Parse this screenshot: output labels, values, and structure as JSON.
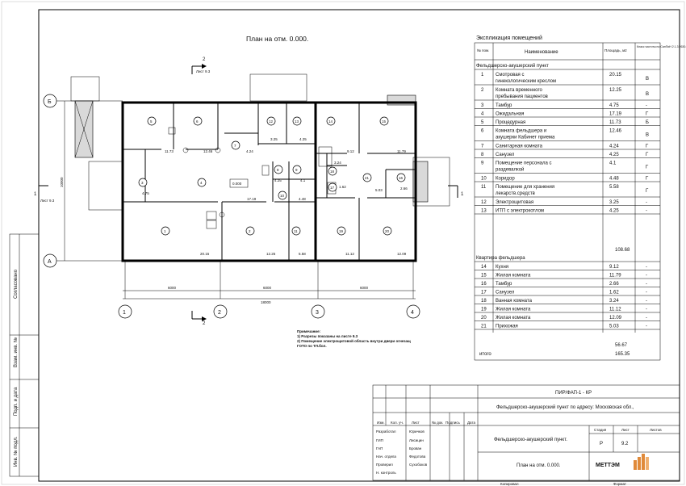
{
  "plan": {
    "title": "План на отм. 0.000.",
    "section_mark": "2",
    "section_ref": "Лист 9.3",
    "section_mark_side": "1",
    "section_ref_side": "Лист 9.3",
    "center_label": "0.000",
    "axes_letters": [
      "Б",
      "А"
    ],
    "axes_numbers": [
      "1",
      "2",
      "3",
      "4"
    ],
    "dims_top": [
      "6000",
      "6000",
      "6000"
    ],
    "dim_total": "18000",
    "dim_left": "10000",
    "notes_title": "Примечание:",
    "notes": [
      "1) Разрезы показаны на листе 9.3",
      "2) Помещение электрощитовой область внутри двери огнезащ",
      "ГОТО по ТЛ.бол."
    ],
    "rooms": [
      {
        "num": "1",
        "area": "20.15"
      },
      {
        "num": "2",
        "area": "12.25"
      },
      {
        "num": "3",
        "area": "4.75"
      },
      {
        "num": "4",
        "area": "17.19"
      },
      {
        "num": "5",
        "area": "11.73"
      },
      {
        "num": "6",
        "area": "12.46"
      },
      {
        "num": "7",
        "area": "4.24"
      },
      {
        "num": "8",
        "area": "4.25"
      },
      {
        "num": "9",
        "area": "4.1"
      },
      {
        "num": "10",
        "area": "4.48"
      },
      {
        "num": "11",
        "area": "5.58"
      },
      {
        "num": "12",
        "area": "3.25"
      },
      {
        "num": "13",
        "area": "4.25"
      },
      {
        "num": "14",
        "area": "9.12"
      },
      {
        "num": "15",
        "area": "11.79"
      },
      {
        "num": "16",
        "area": "2.66"
      },
      {
        "num": "17",
        "area": "1.62"
      },
      {
        "num": "18",
        "area": "3.24"
      },
      {
        "num": "19",
        "area": "11.12"
      },
      {
        "num": "20",
        "area": "12.09"
      },
      {
        "num": "21",
        "area": "5.03"
      }
    ]
  },
  "explication": {
    "title": "Экспликация помещений",
    "headers": {
      "num": "№ пом.",
      "name": "Наименование",
      "area": "Площадь, м2",
      "class": "Класс чистоты по СанПиН 2.1.3.2630-10"
    },
    "section1": "Фельдшерско-акушерский пункт",
    "rows1": [
      {
        "num": "1",
        "name": "Смотровая с гинекологическим креслом",
        "area": "20.15",
        "cls": "В"
      },
      {
        "num": "2",
        "name": "Комната временного пребывания пациентов",
        "area": "12.25",
        "cls": "В"
      },
      {
        "num": "3",
        "name": "Тамбур",
        "area": "4.75",
        "cls": "-"
      },
      {
        "num": "4",
        "name": "Ожидальная",
        "area": "17.19",
        "cls": "Г"
      },
      {
        "num": "5",
        "name": "Процедурная",
        "area": "11.73",
        "cls": "Б"
      },
      {
        "num": "6",
        "name": "Комната фельдшера и акушерки Кабинет приема",
        "area": "12.46",
        "cls": "В"
      },
      {
        "num": "7",
        "name": "Санитарная комната",
        "area": "4.24",
        "cls": "Г"
      },
      {
        "num": "8",
        "name": "Санузел",
        "area": "4.25",
        "cls": "Г"
      },
      {
        "num": "9",
        "name": "Помещение персонала с раздевалкой",
        "area": "4.1",
        "cls": "Г"
      },
      {
        "num": "10",
        "name": "Коридор",
        "area": "4.48",
        "cls": "Г"
      },
      {
        "num": "11",
        "name": "Помещение для хранения лекарств.средств",
        "area": "5.58",
        "cls": "Г"
      },
      {
        "num": "12",
        "name": "Электрощитовая",
        "area": "3.25",
        "cls": "-"
      },
      {
        "num": "13",
        "name": "ИТП с электрокотлом",
        "area": "4.25",
        "cls": "-"
      }
    ],
    "subtotal1": "108.68",
    "section2": "Квартира фельдшера",
    "rows2": [
      {
        "num": "14",
        "name": "Кухня",
        "area": "9.12",
        "cls": "-"
      },
      {
        "num": "15",
        "name": "Жилая комната",
        "area": "11.79",
        "cls": "-"
      },
      {
        "num": "16",
        "name": "Тамбур",
        "area": "2.66",
        "cls": "-"
      },
      {
        "num": "17",
        "name": "Санузел",
        "area": "1.62",
        "cls": "-"
      },
      {
        "num": "18",
        "name": "Ванная комната",
        "area": "3.24",
        "cls": "-"
      },
      {
        "num": "19",
        "name": "Жилая комната",
        "area": "11.12",
        "cls": "-"
      },
      {
        "num": "20",
        "name": "Жилая комната",
        "area": "12.09",
        "cls": "-"
      },
      {
        "num": "21",
        "name": "Прихожая",
        "area": "5.03",
        "cls": "-"
      }
    ],
    "subtotal2": "56.67",
    "total_label": "итого",
    "total": "165.35"
  },
  "stamp": {
    "code": "ПИР/ФАП-1 - КР",
    "project": "Фельдшерско-акушерский пункт по адресу: Московская обл.,",
    "object": "Фельдшерско-акушерский пункт.",
    "sheet_title": "План на отм. 0.000.",
    "stage_label": "Стадия",
    "sheet_label": "Лист",
    "sheets_label": "Листов",
    "stage": "Р",
    "sheet": "9.2",
    "company": "МЕТТЭМ",
    "col_headers": [
      "Изм.",
      "Кол. уч.",
      "Лист",
      "№ док.",
      "Подпись",
      "Дата"
    ],
    "roles": [
      "Разработал",
      "ГИП",
      "ГАП",
      "Нач. отдела",
      "Проверил",
      "Н. контроль"
    ],
    "people": [
      "Юричков",
      "Лисицин",
      "Брован",
      "Федотова",
      "Сухобоков",
      ""
    ],
    "copied": "Копировал",
    "format": "Формат"
  },
  "side_stamp": [
    "Согласовано",
    "Взам. инв. №",
    "Подп. и дата",
    "Инв. № подл."
  ]
}
